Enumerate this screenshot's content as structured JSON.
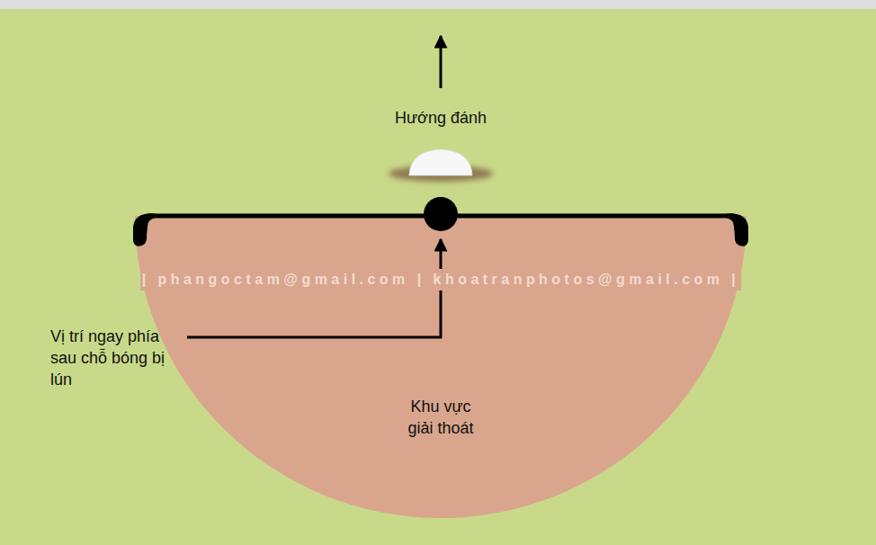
{
  "diagram": {
    "nodes": [
      {
        "text": [
          "Khu vực giải thoát"
        ]
      }
    ],
    "labels": [
      "Hướng đánh",
      "| phangoctam@gmail.com | khoatranphotos@gmail.com |",
      "Vị trí ngay phía sau chỗ bóng bị lún"
    ]
  }
}
